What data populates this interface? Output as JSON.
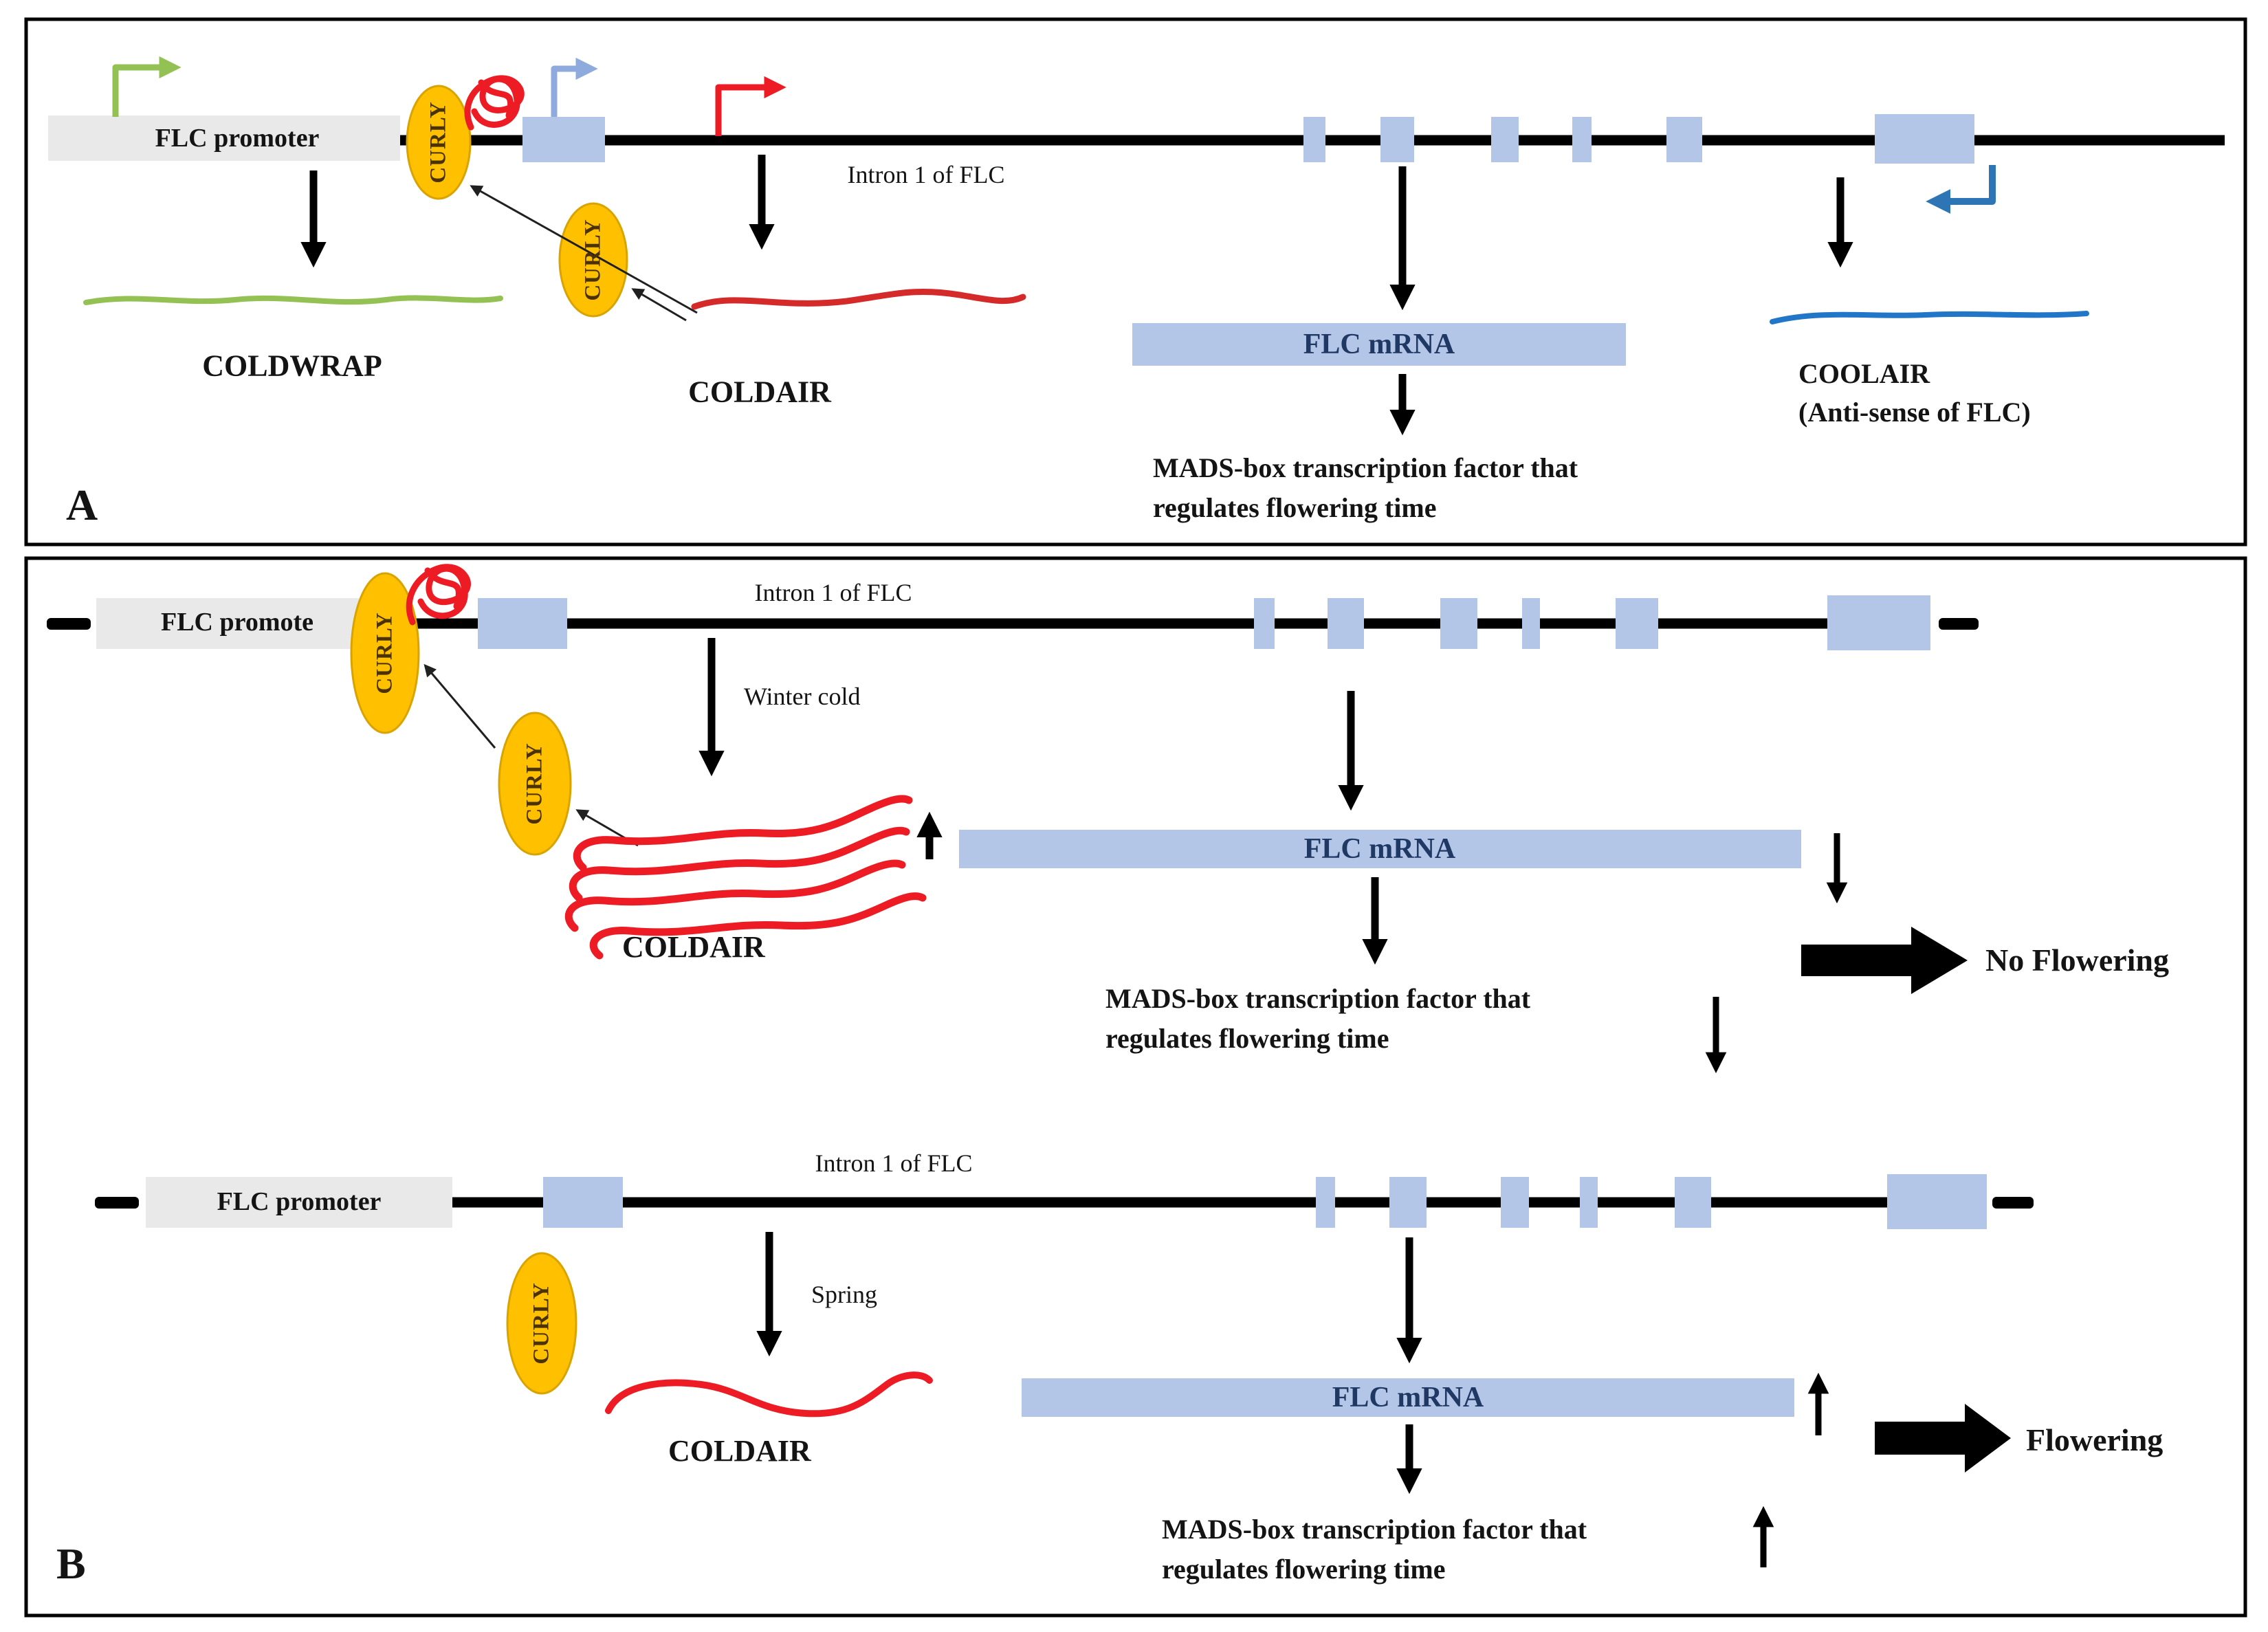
{
  "figure": {
    "panel_a_label": "A",
    "panel_b_label": "B"
  },
  "colors": {
    "exon_blue": "#B4C6E7",
    "promoter_gray": "#E9E9E9",
    "curly_gold": "#FFC000",
    "curly_text": "#4A3205",
    "rna_red": "#ED1C24",
    "coldwrap_green": "#94C153",
    "sense_tss_blue": "#8FAADC",
    "antisense_blue": "#2E75B6",
    "coolair_blue": "#2176C7",
    "mrna_text_navy": "#1F3864",
    "line_black": "#000000"
  },
  "panel_a": {
    "promoter_label": "FLC promoter",
    "curly_label": "CURLY",
    "intron_label": "Intron 1 of FLC",
    "coldwrap_label": "COLDWRAP",
    "coldair_label": "COLDAIR",
    "mrna_label": "FLC mRNA",
    "mads_line1": "MADS-box transcription factor that",
    "mads_line2": "regulates flowering time",
    "coolair_label": "COOLAIR",
    "coolair_sub_label": "(Anti-sense of FLC)"
  },
  "panel_b_winter": {
    "promoter_label": "FLC promote",
    "curly_label": "CURLY",
    "intron_label": "Intron 1 of FLC",
    "season_label": "Winter cold",
    "coldair_label": "COLDAIR",
    "mrna_label": "FLC mRNA",
    "mads_line1": "MADS-box transcription factor that",
    "mads_line2": "regulates flowering time",
    "outcome_label": "No Flowering"
  },
  "panel_b_spring": {
    "promoter_label": "FLC promoter",
    "curly_label": "CURLY",
    "intron_label": "Intron 1 of FLC",
    "season_label": "Spring",
    "coldair_label": "COLDAIR",
    "mrna_label": "FLC mRNA",
    "mads_line1": "MADS-box transcription factor that",
    "mads_line2": "regulates flowering time",
    "outcome_label": "Flowering"
  }
}
